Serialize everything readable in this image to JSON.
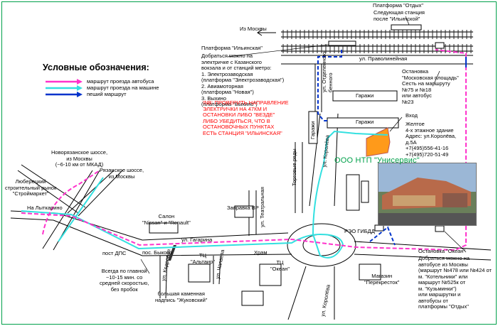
{
  "legend": {
    "title": "Условные обозначения:",
    "items": [
      {
        "label": "маршрут проезда автобуса",
        "color": "#ff33cc"
      },
      {
        "label": "маршрут проезда на машине",
        "color": "#33e0e0"
      },
      {
        "label": "пеший маршрут",
        "color": "#0033cc"
      }
    ]
  },
  "company": "ООО НТП \"Унисервис\"",
  "top": {
    "otdyh_platform": "Платформа \"Отдых\"",
    "next_station": "Следующая станция\nпосле \"Ильинской\"",
    "iz_moskvy": "Из Москвы",
    "ilyinskaya_platform": "Платформа \"Ильинская\"",
    "pravolineinaya": "ул. Праволинейная"
  },
  "directions": "Добраться можно на\nэлектричке с Казанского\nвокзала и от станций метро:\n1. Электрозаводская\n(платформа \"Электрозаводская\")\n2. Авиамоторная\n(платформа \"Новая\")\n3. Выхино\n(платформа \"Выхино\")",
  "warning": "!NB: ПРОВЕРИТЬ НАПРАВЛЕНИЕ\nЭЛЕКТРИЧКИ НА 47КМ И\nОСТАНОВКИ ЛИБО \"ВЕЗДЕ\"\nЛИБО УБЕДИТЬСЯ, ЧТО В\nОСТАНОВОЧНЫХ ПУНКТАХ\nЕСТЬ СТАНЦИЯ \"ИЛЬИНСКАЯ\"",
  "stop_moscow_square": "Остановка\n\"Московская площадь\"\nСесть на маршруту\n№75 и №18\nили автобус\n№23",
  "entrance": "Вход",
  "building": "Желтое\n4-х этажное здание\nАдрес: ул.Королёва,\nд.5А\n+7(495)556-41-16\n+7(495)720-51-49",
  "streets": {
    "otdelenny": "ул. Отделенного\nбенного",
    "garages": "Гаражи",
    "garages2": "Гаражи",
    "garages_v": "Гаражи",
    "torgovye": "Торговые ряды",
    "korolyova_top": "ул. Королёва",
    "korolyova_bottom": "ул. Королёва",
    "gagarina": "ул. Гагарина",
    "teatralnaya": "ул. Театральная",
    "kedrovaya": "ул. Кедровая",
    "chapaeva": "ул. Чапаева",
    "rezo": "РЭО ГИБДД"
  },
  "west": {
    "novoryazanskoe": "Новорязанское шоссе,\nиз Москвы\n(~6-10 км от МКАД)",
    "ryazanskoe": "Рязанское шоссе,\nиз Москвы",
    "lyubertsy": "Люберецкий\nстроительный рынок\n\"Строймаркет\"",
    "lytkarino": "На Лыткарино",
    "salon": "Салон\n\"Nissan\" и \"Renault\"",
    "zapravka": "Заправка BP",
    "post_dps": "пост ДПС",
    "pos_bykovo": "пос. Быково",
    "always": "Всегда по главной\n~10-15 мин. со\nсредней скоростью,\nбез пробок",
    "inscription": "большая каменная\nнадпись \"Жуковский\"",
    "altair": "ТЦ\n\"Альтаир\"",
    "hram": "Храм",
    "okean_tc": "ТЦ\n\"Океан\"",
    "perekrestok": "Магазин\n\"Перекресток\""
  },
  "stop_okean": "Остановка \"Океан\"",
  "okean_directions": "Добраться можно на\nавтобусе из Москвы\n(маршрут №478 или №424 от\nм. \"Котельники\" или\nмаршрут №525к от\nм. \"Кузьминки\")\nили маршрутки и\nавтобусы от\nплатформы \"Отдых\""
}
